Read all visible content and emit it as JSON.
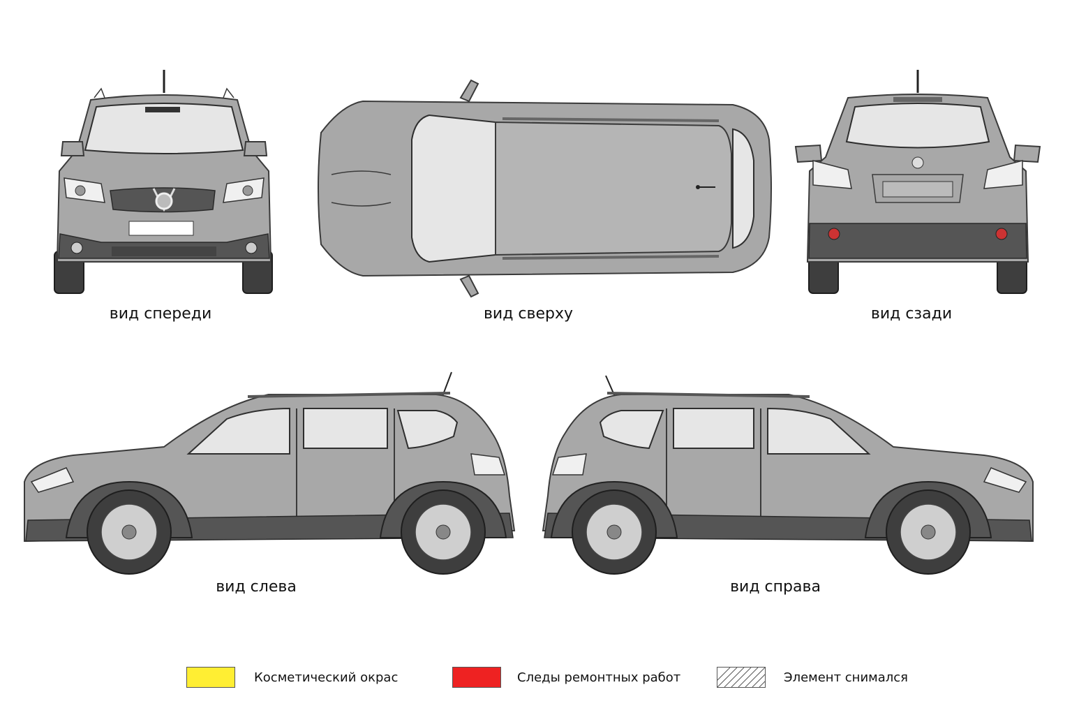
{
  "views": {
    "front": {
      "caption": "вид спереди"
    },
    "top": {
      "caption": "вид сверху"
    },
    "rear": {
      "caption": "вид сзади"
    },
    "left": {
      "caption": "вид слева"
    },
    "right": {
      "caption": "вид справа"
    }
  },
  "legend": [
    {
      "label": "Косметический окрас",
      "color": "#ffee33",
      "pattern": "solid"
    },
    {
      "label": "Следы ремонтных работ",
      "color": "#ee2222",
      "pattern": "solid"
    },
    {
      "label": "Элемент снимался",
      "color": "#ffffff",
      "pattern": "hatched"
    }
  ]
}
